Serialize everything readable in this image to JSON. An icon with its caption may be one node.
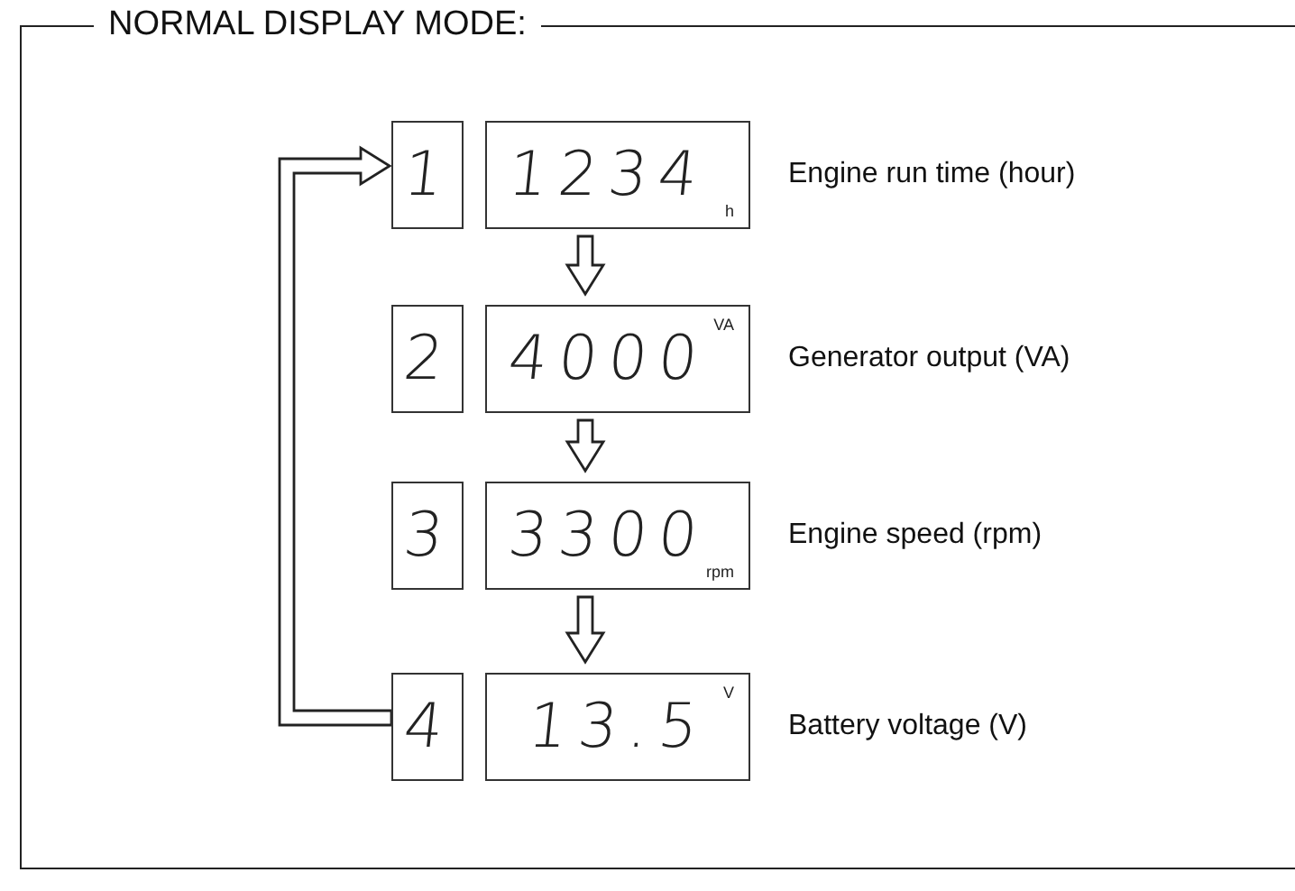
{
  "diagram": {
    "title": "NORMAL DISPLAY MODE:",
    "nodes": [
      {
        "text": [
          "1"
        ]
      },
      {
        "text": [
          "1234",
          "h"
        ],
        "beside": [
          "Engine run time (hour)"
        ]
      },
      {
        "text": [
          "2"
        ]
      },
      {
        "text": [
          "4000",
          "VA"
        ],
        "beside": [
          "Generator output (VA)"
        ]
      },
      {
        "text": [
          "3"
        ]
      },
      {
        "text": [
          "3300",
          "rpm"
        ],
        "beside": [
          "Engine speed (rpm)"
        ]
      },
      {
        "text": [
          "4"
        ]
      },
      {
        "text": [
          "13.5",
          "V"
        ],
        "beside": [
          "Battery voltage (V)"
        ]
      }
    ],
    "edges": [
      {
        "from": 1,
        "to": 3,
        "arrow": "to"
      },
      {
        "from": 3,
        "to": 5,
        "arrow": "to"
      },
      {
        "from": 5,
        "to": 7,
        "arrow": "to"
      },
      {
        "from": 6,
        "to": 0,
        "arrow": "to"
      }
    ]
  }
}
